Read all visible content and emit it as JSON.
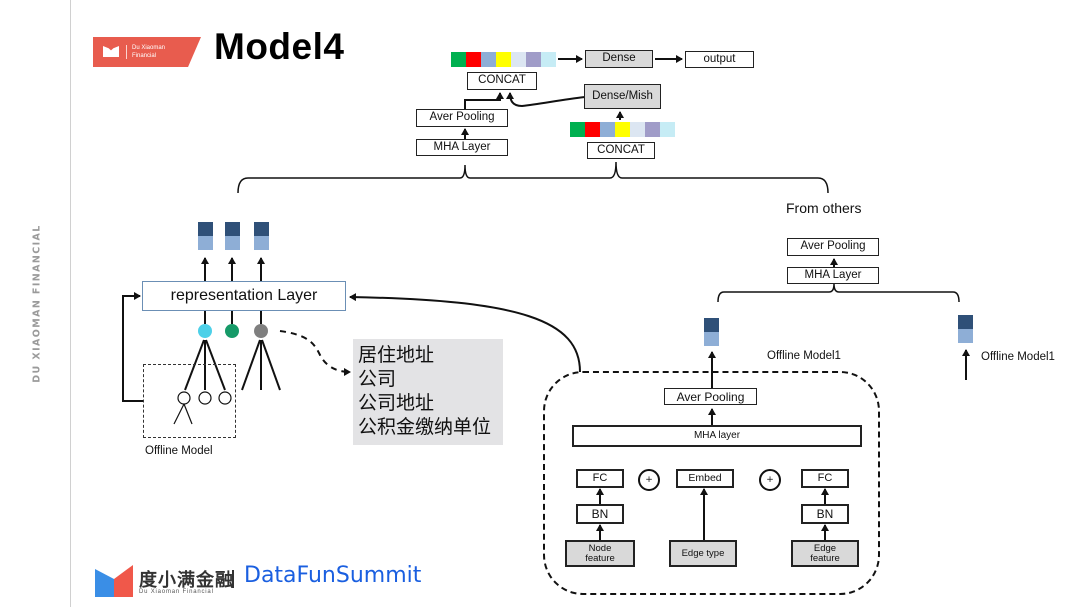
{
  "slide": {
    "title": "Model4",
    "side_watermark": "DU XIAOMAN  FINANCIAL",
    "brand_tag": {
      "line1": "Du Xiaoman",
      "line2": "Financial",
      "color": "#e85c4e"
    }
  },
  "top_branch": {
    "output_vector_colors": [
      "#00b050",
      "#ff0000",
      "#8eaed6",
      "#ffff00",
      "#dce6f2",
      "#a09cc8",
      "#c6ecf5"
    ],
    "concat_label": "CONCAT",
    "dense_label": "Dense",
    "output_label": "output",
    "dense_mish_label": "Dense/Mish",
    "aver_pooling_label": "Aver Pooling",
    "mha_layer_label": "MHA Layer",
    "input_vector_colors": [
      "#00b050",
      "#ff0000",
      "#8eaed6",
      "#ffff00",
      "#dce6f2",
      "#a09cc8",
      "#c6ecf5"
    ],
    "concat2_label": "CONCAT"
  },
  "left_branch": {
    "representation_label": "representation Layer",
    "node_colors": [
      "#4dd0e8",
      "#169a68",
      "#7f7f7f"
    ],
    "offline_model_label": "Offline Model",
    "attributes": [
      "居住地址",
      "公司",
      "公司地址",
      "公积金缴纳单位"
    ]
  },
  "right_branch": {
    "from_others_label": "From others",
    "aver_pooling_label": "Aver Pooling",
    "mha_layer_label": "MHA Layer",
    "offline_model1_left": "Offline Model1",
    "offline_model1_right": "Offline Model1"
  },
  "gnn_block": {
    "aver_pooling_label": "Aver Pooling",
    "mha_layer_label": "MHA layer",
    "left_fc": "FC",
    "left_bn": "BN",
    "node_feature": "Node feature",
    "plus1": "+",
    "embed": "Embed",
    "edge_type": "Edge type",
    "plus2": "+",
    "right_fc": "FC",
    "right_bn": "BN",
    "edge_feature": "Edge feature"
  },
  "footer": {
    "company_cn": "度小满金融",
    "company_en": "Du Xiaoman Financial",
    "event": "DataFunSummit"
  },
  "colors": {
    "emb_dark": "#2f5078",
    "emb_light": "#8eaed6",
    "accent_blue": "#1a5fe0"
  }
}
